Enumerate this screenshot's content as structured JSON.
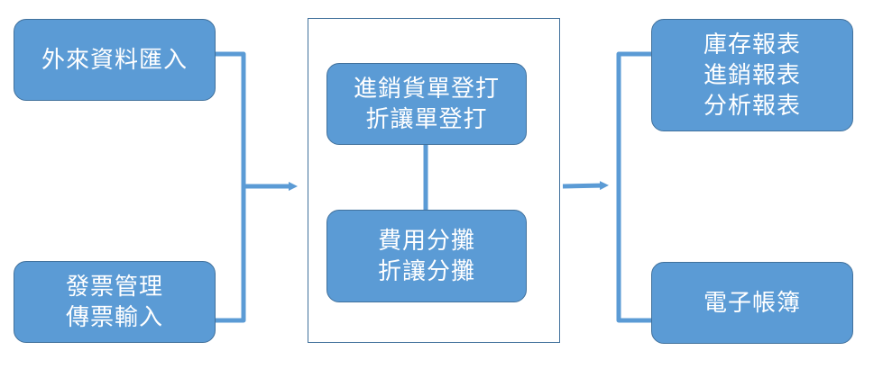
{
  "colors": {
    "box_fill": "#5B9BD5",
    "box_border": "#41719C",
    "connector": "#5B9BD5",
    "frame_border": "#41719C",
    "text": "#FFFFFF"
  },
  "inputs": {
    "external_import": "外來資料匯入",
    "invoice_line1": "發票管理",
    "invoice_line2": "傳票輸入"
  },
  "process": {
    "top_line1": "進銷貨單登打",
    "top_line2": "折讓單登打",
    "bottom_line1": "費用分攤",
    "bottom_line2": "折讓分攤"
  },
  "outputs": {
    "reports_line1": "庫存報表",
    "reports_line2": "進銷報表",
    "reports_line3": "分析報表",
    "ledger": "電子帳簿"
  }
}
